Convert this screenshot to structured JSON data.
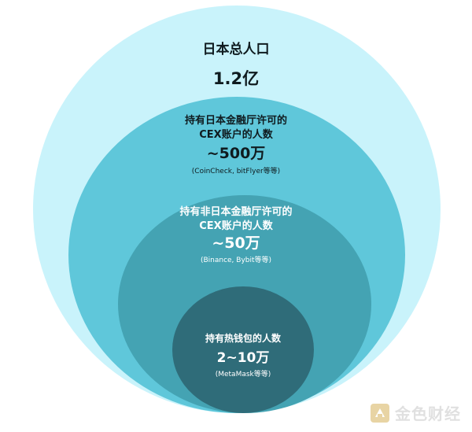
{
  "layers": [
    {
      "title": "日本总人口",
      "value": "1.2亿",
      "note": ""
    },
    {
      "title_line1": "持有日本金融厅许可的",
      "title_line2": "CEX账户的人数",
      "value": "~500万",
      "note": "(CoinCheck, bitFlyer等等)"
    },
    {
      "title_line1": "持有非日本金融厅许可的",
      "title_line2": "CEX账户的人数",
      "value": "~50万",
      "note": "(Binance, Bybit等等)"
    },
    {
      "title": "持有热钱包的人数",
      "value": "2~10万",
      "note": "(MetaMask等等)"
    }
  ],
  "colors": {
    "outer": "#c9f3fb",
    "second": "#5fc7da",
    "third": "#44a3b3",
    "inner": "#2f6c79"
  },
  "watermark": {
    "text": "金色财经",
    "icon": "jinse-logo-icon"
  }
}
